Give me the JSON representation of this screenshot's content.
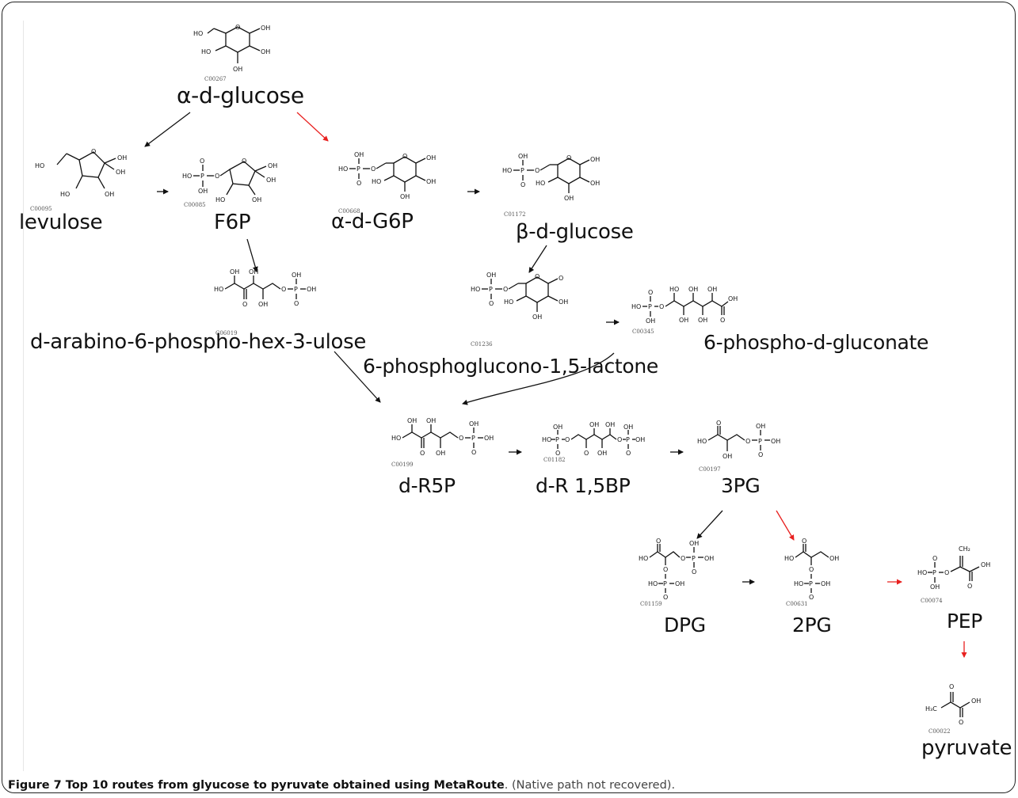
{
  "compounds": {
    "alpha_d_glucose": {
      "name": "α-d-glucose",
      "id": "C00267"
    },
    "levulose": {
      "name": "levulose",
      "id": "C00095"
    },
    "f6p": {
      "name": "F6P",
      "id": "C00085"
    },
    "alpha_d_g6p": {
      "name": "α-d-G6P",
      "id": "C00668"
    },
    "beta_d_glucose": {
      "name": "β-d-glucose",
      "id": "C01172"
    },
    "arabino": {
      "name": "d-arabino-6-phospho-hex-3-ulose",
      "id": "C06019"
    },
    "lactone": {
      "name": "6-phosphoglucono-1,5-lactone",
      "id": "C01236"
    },
    "gluconate": {
      "name": "6-phospho-d-gluconate",
      "id": "C00345"
    },
    "d_r5p": {
      "name": "d-R5P",
      "id": "C00199"
    },
    "d_r15bp": {
      "name": "d-R 1,5BP",
      "id": "C01182"
    },
    "pg3": {
      "name": "3PG",
      "id": "C00197"
    },
    "dpg": {
      "name": "DPG",
      "id": "C01159"
    },
    "pg2": {
      "name": "2PG",
      "id": "C00631"
    },
    "pep": {
      "name": "PEP",
      "id": "C00074"
    },
    "pyruvate": {
      "name": "pyruvate",
      "id": "C00022"
    }
  },
  "atoms": {
    "ho": "HO",
    "oh": "OH",
    "o": "O",
    "p": "P",
    "h3c": "H₃C",
    "ch2": "CH₂"
  },
  "caption": {
    "bold": "Figure 7 Top 10 routes from glyucose to pyruvate obtained using MetaRoute",
    "rest": ". (Native path not recovered)."
  },
  "colors": {
    "native_route": "#e8201f",
    "route": "#111111"
  }
}
